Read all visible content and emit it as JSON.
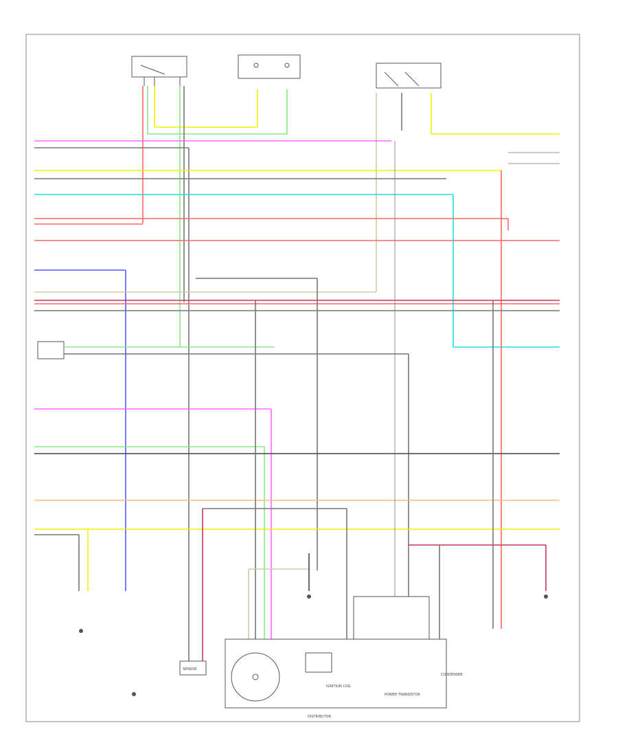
{
  "colors": {
    "pink": "#ff66ff",
    "gray": "#777777",
    "yellow": "#f2f200",
    "lightgreen": "#88e888",
    "cyan": "#22dddd",
    "red": "#ff6666",
    "darkred": "#cc3355",
    "blue": "#5555ff",
    "orange": "#ffbb88",
    "tan": "#d8c8a0",
    "black": "#444444"
  },
  "labels": {
    "footer_left": "",
    "bottom_center": "DISTRIBUTOR",
    "ignition_coil": "IGNITION COIL",
    "power_transistor": "POWER TRANSISTOR",
    "condenser": "CONDENSER",
    "sensor": "SENSOR"
  }
}
